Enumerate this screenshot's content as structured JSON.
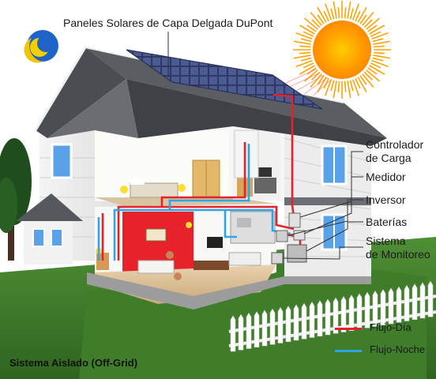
{
  "labels": {
    "panel": "Paneles Solares de Capa Delgada DuPont",
    "controller_line1": "Controlador",
    "controller_line2": "de Carga",
    "meter": "Medidor",
    "inverter": "Inversor",
    "batteries": "Baterías",
    "monitor_line1": "Sistema",
    "monitor_line2": "de Monitoreo"
  },
  "legend": {
    "day": "Flujo-Día",
    "night": "Flujo-Noche"
  },
  "caption": "Sistema Aislado (Off-Grid)",
  "colors": {
    "day_flow": "#e8222a",
    "night_flow": "#2ea6e6",
    "sun": "#ffa500",
    "roof": "#5a5e63",
    "grass": "#3d7a2a"
  }
}
